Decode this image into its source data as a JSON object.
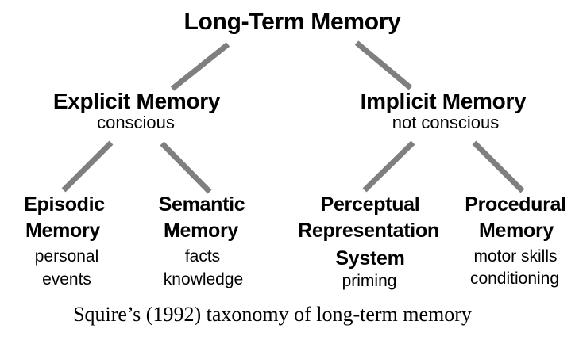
{
  "colors": {
    "text": "#000000",
    "connector": "#7f7f7f",
    "background": "#ffffff"
  },
  "diagram": {
    "root": {
      "label": "Long-Term Memory"
    },
    "level2": [
      {
        "id": "explicit-memory",
        "label": "Explicit Memory",
        "sublabel": "conscious"
      },
      {
        "id": "implicit-memory",
        "label": "Implicit Memory",
        "sublabel": "not conscious"
      }
    ],
    "level3": [
      {
        "id": "episodic-memory",
        "parent": "explicit-memory",
        "title_lines": [
          "Episodic",
          "Memory"
        ],
        "sub_lines": [
          "personal",
          "events"
        ]
      },
      {
        "id": "semantic-memory",
        "parent": "explicit-memory",
        "title_lines": [
          "Semantic",
          "Memory"
        ],
        "sub_lines": [
          "facts",
          "knowledge"
        ]
      },
      {
        "id": "perceptual-representation-system",
        "parent": "implicit-memory",
        "title_lines": [
          "Perceptual",
          "Representation",
          "System"
        ],
        "sub_lines": [
          "priming"
        ]
      },
      {
        "id": "procedural-memory",
        "parent": "implicit-memory",
        "title_lines": [
          "Procedural",
          "Memory"
        ],
        "sub_lines": [
          "motor skills",
          "conditioning"
        ]
      }
    ],
    "edges": [
      {
        "from": "Long-Term Memory",
        "to": "Explicit Memory"
      },
      {
        "from": "Long-Term Memory",
        "to": "Implicit Memory"
      },
      {
        "from": "Explicit Memory",
        "to": "Episodic Memory"
      },
      {
        "from": "Explicit Memory",
        "to": "Semantic Memory"
      },
      {
        "from": "Implicit Memory",
        "to": "Perceptual Representation System"
      },
      {
        "from": "Implicit Memory",
        "to": "Procedural Memory"
      }
    ],
    "caption": "Squire’s (1992) taxonomy of long-term memory"
  }
}
